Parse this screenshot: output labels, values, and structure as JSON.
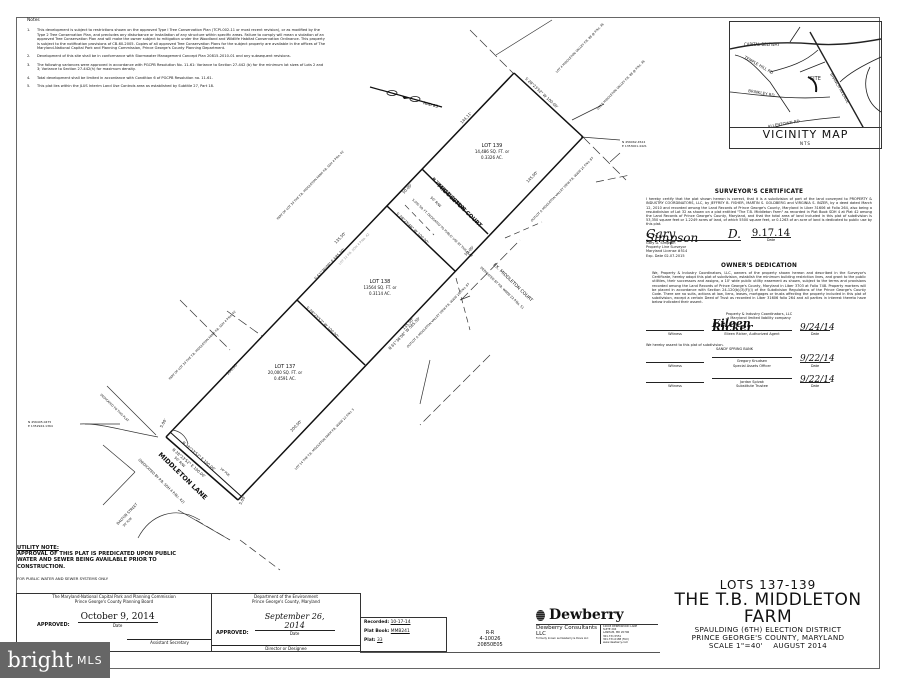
{
  "notes": {
    "heading": "Notes",
    "items": [
      {
        "num": "1.",
        "text": "This development is subject to restrictions shown on the approved Type I Tree Conservation Plan (TCPI-002-11 or most recent revision), or as modified by the Type 2 Tree Conservation Plan, and precludes any disturbance or installation of any structure within specific areas. Failure to comply will mean a violation of an approved Tree Conservation Plan and will make the owner subject to mitigation under the Woodland and Wildlife Habitat Conservation Ordinance. This property is subject to the notification provisions of CB-60-2005. Copies of all approved Tree Conservation Plans for the subject property are available in the offices of The Maryland-National Capital Park and Planning Commission, Prince George's County Planning Department."
      },
      {
        "num": "2.",
        "text": "Development of this site shall be in conformance with Stormwater Management Concept Plan 20815-2010-01 and any subsequent revisions."
      },
      {
        "num": "3.",
        "text": "The following variances were approved in accordance with PGCPB Resolution No. 11-61: Variance to Section 27-442 (b) for the minimum lot sizes of Lots 2 and 3; Variance to Section 27-442(h) for maximum density."
      },
      {
        "num": "4.",
        "text": "Total development shall be limited in accordance with Condition 6 of PGCPB Resolution no. 11-61."
      },
      {
        "num": "5.",
        "text": "This plat lies within the JLUS Interim Land Use Controls area as established by Subtitle 27, Part 18."
      }
    ]
  },
  "north_arrow": {
    "label": "NAD 83"
  },
  "plan": {
    "lots": [
      {
        "id": "lot-139",
        "name": "LOT 139",
        "area_sf": "14,486 SQ. FT. or",
        "area_ac": "0.3326 AC."
      },
      {
        "id": "lot-138",
        "name": "LOT 138",
        "area_sf": "13564 SQ. FT. or",
        "area_ac": "0.3114 AC."
      },
      {
        "id": "lot-137",
        "name": "LOT 137",
        "area_sf": "20,000 SQ. FT. or",
        "area_ac": "0.4591 AC."
      }
    ],
    "bearings": {
      "top": "S 28°23'52\" W 100.00'",
      "lot139_left": "144.11'",
      "lot139_right": "145.00'",
      "court_top": "N 28°23'52\" E 100.00'",
      "court_bottom": "S 28°23'46\" W 100.00'",
      "court_side_left": "50.00'",
      "court_side_right": "50.00'",
      "west_line": "S 61°36'08\" E 585.50'",
      "east_line": "N 61°36'08\" W 585.50'",
      "lot138_left": "135.50'",
      "lot138_right": "135.50'",
      "lot137_mid": "S 28°23'52\" W 100.00'",
      "lot137_left": "200.00'",
      "lot137_right": "200.00'",
      "lane_inner": "N 28°23'52\" E 100.00'",
      "lane_outer": "N 28°23'52\" E 100.00'",
      "corner_dim1": "5.00'",
      "corner_dim2": "5.00'",
      "pue": "10' PUE"
    },
    "labels": {
      "middleton_court": "MIDDLETON COURT",
      "court_row": "50' R/W",
      "court_dedication": "5,000 SQ. FT. DEDICATED TO PUBLIC USE BY THIS PLAT",
      "ex_middleton_court": "EX. MIDDLETON COURT",
      "ex_court_row": "50' R/W",
      "ex_court_dedicated": "DEDICATED BY P.B. WWW 22 P.No. 51",
      "middleton_lane": "MIDDLETON LANE",
      "lane_row": "50' R/W",
      "lane_dedicated": "(DEDICATED BY P.B. SDH 4 P.No. 42)",
      "dalton_street": "DALTON STREET",
      "dalton_row": "30' R/W",
      "part_lot_upper": "PART OF LOT 33 THE T.B. MIDDLETON FARM P.B. SDH 4 P.No. 42",
      "part_lot_lower": "PART OF LOT 33 THE T.B. MIDDLETON FARM P.B. SDH 4 P.No. 42",
      "lot_32_ghost": "LOT 32 P.B. SDH 4 P.No. 42",
      "lot_4": "LOT 4 MIDDLETON VALLEY P.B. 88 @ P.No. 36",
      "lot_5": "LOT 5 MIDDLETON VALLEY P.B. 88 @ P.No. 36",
      "outlot_a_upper": "OUTLOT A MIDDLETON VALLEY VIEW P.B. WWW 25 P.No. 87",
      "outlot_a_lower": "OUTLOT A MIDDLETON VALLEY VIEW P.B. WWW 25 P.No. 87",
      "lot_14": "LOT 14 THE T.B. MIDDLETON FARM P.B. WWW 22 P.No. 5",
      "dedicated_plat": "DEDICATED TO THIS PLAT",
      "coord_sw_n": "N 456405.0475",
      "coord_sw_e": "E 1352924.1364",
      "coord_ne_n": "N 456062.4524",
      "coord_ne_e": "E 1353001.4421"
    }
  },
  "vicinity_map": {
    "title": "VICINITY MAP",
    "scale": "NTS",
    "roads": [
      "CAPITAL BELTWAY",
      "TEMPLE HILL RD",
      "BRINKLEY RD",
      "ALLENTOWN RD",
      "BRANCH AVENUE",
      "MIDDLETON LN",
      "MIDDLETON CT",
      "OLD BRANCH AVE"
    ],
    "site_label": "SITE"
  },
  "surveyor_certificate": {
    "title": "SURVEYOR'S CERTIFICATE",
    "text": "I hereby certify that the plat shown hereon is correct, that it is a subdivision of part of the land conveyed to PROPERTY & INDUSTRY COORDINATORS, LLC, by JEFFREY B. FISHER, MARTIN S. GOLDBERG and VIRGINIA S. INZER, by a deed dated March 12, 2010 and recorded among the Land Records of Prince George's County, Maryland in Liber 31606 at Folio 264, also being a resubdivision of Lot 32 as shown on a plat entitled \"The T.B. Middleton Farm\" as recorded in Plat Book SDH 4 at Plat 42 among the Land Records of Prince George's County, Maryland, and that the total area of land included in this plat of subdivision is 53,350 square feet or 1.2249 acres of land, of which 5500 square feet, or 0.1263 of an acre of land is dedicated to public use by this plat.",
    "signature": "Gary D. Simpson",
    "date": "9.17.14",
    "date_label": "Date",
    "signer_lines": [
      "Gary D. Simpson",
      "Property Line Surveyor",
      "Maryland License #514",
      "Exp. Date 02-07-2015"
    ]
  },
  "owners_dedication": {
    "title": "OWNER'S DEDICATION",
    "text": "We, Property & Industry Coordinators, LLC, owners of the property shown hereon and described in the Surveyor's Certificate, hereby adopt this plat of subdivision, establish the minimum building restriction lines, and grant to the public utilities, their successors and assigns, a 10' wide public utility easement as shown, subject to the terms and provisions recorded among the Land Records of Prince George's County, Maryland in Liber 3703 at Folio 748. Property markers will be placed in accordance with Section 24-120(b)(3)(F)(i) of the Subdivision Regulations of the Prince George's County Code. There are no suits, actions at law, liens, leases, mortgages or trusts affecting the property included in this plat of subdivision, except a certain Deed of Trust as recorded in Liber 31606 folio 264 and all parties in interest thereto have below indicated their assent.",
    "company_line1": "Property & Industry Coordinators, LLC",
    "company_line2": "a Maryland limited liability company",
    "witness_label": "Witness",
    "agent_sig": "Eileen Ricker",
    "agent_label": "Eileen Ricker, Authorized Agent",
    "agent_date": "9/24/14",
    "date_label": "Date",
    "assent_text": "We hereby assent to this plat of subdivision.",
    "bank": "SANDY SPRING BANK",
    "signers": [
      {
        "name": "Gregory Knudsen",
        "title": "Special Assets Officer",
        "date": "9/22/14"
      },
      {
        "name": "Jordan Spivak",
        "title": "Substitute Trustee",
        "date": "9/22/14"
      }
    ]
  },
  "utility_note": {
    "heading": "UTILITY NOTE:",
    "body": "APPROVAL OF THIS PLAT IS PREDICATED UPON PUBLIC WATER AND SEWER BEING AVAILABLE PRIOR TO CONSTRUCTION.",
    "footer": "FOR PUBLIC WATER AND SEWER SYSTEMS ONLY"
  },
  "approvals": {
    "mncppc": {
      "line1": "The Maryland-National Capital Park and Planning Commission",
      "line2": "Prince George's County Planning Board",
      "approved_label": "APPROVED:",
      "date": "October 9, 2014",
      "date_label": "Date",
      "secretary_label": "Assistant Secretary"
    },
    "doe": {
      "line1": "Department of the Environment",
      "line2": "Prince George's County, Maryland",
      "approved_label": "APPROVED:",
      "date": "September 26, 2014",
      "date_label": "Date",
      "director_label": "Director or Designee"
    },
    "recording": {
      "recorded_label": "Recorded:",
      "recorded": "10-17-14",
      "plat_book_label": "Plat Book:",
      "plat_book": "MMB241",
      "plat_label": "Plat:",
      "plat": "33"
    },
    "case_numbers": [
      "R-R",
      "4-10026",
      "20850E05"
    ]
  },
  "firm": {
    "name": "Dewberry",
    "legal_name": "Dewberry Consultants LLC",
    "formerly": "Formerly known as Dewberry & Davis LLC",
    "address": [
      "10003 DEREKWOOD LANE",
      "SUITE 204",
      "LANHAM, MD 20706",
      "301.731.5551",
      "301.731.0188 (FAX)",
      "www.dewberry.com"
    ]
  },
  "title_block": {
    "lots": "LOTS 137-139",
    "name_line1": "THE T.B. MIDDLETON",
    "name_line2": "FARM",
    "district": "SPAULDING (6TH) ELECTION DISTRICT",
    "county": "PRINCE GEORGE'S COUNTY, MARYLAND",
    "scale": "SCALE 1\"=40'",
    "date": "AUGUST 2014"
  },
  "watermark": {
    "brand": "bright",
    "suffix": "MLS"
  },
  "colors": {
    "ink": "#111111",
    "paper": "#ffffff",
    "watermark_bg": "#666666",
    "watermark_dot": "#e04a2f"
  }
}
